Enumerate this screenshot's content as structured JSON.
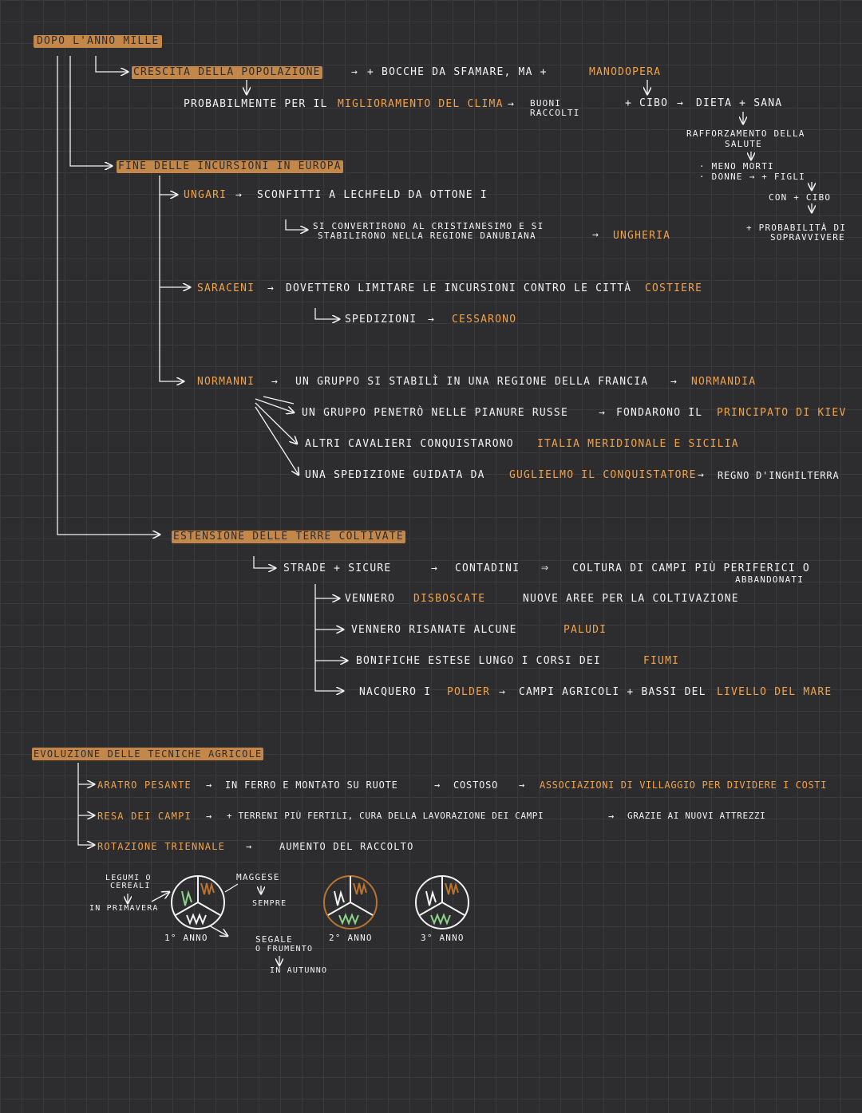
{
  "title": "DOPO L'ANNO MILLE",
  "crescita": {
    "label": "CRESCITA DELLA POPOLAZIONE",
    "bocche": "+ BOCCHE DA SFAMARE, MA +",
    "manodopera": "MANODOPERA",
    "prob": "PROBABILMENTE PER IL",
    "clima": "MIGLIORAMENTO DEL CLIMA",
    "buoni": "BUONI",
    "raccolti": "RACCOLTI",
    "cibo": "+ CIBO",
    "dieta": "DIETA + SANA",
    "raff1": "RAFFORZAMENTO DELLA",
    "raff2": "SALUTE",
    "meno": "· MENO MORTI",
    "donne": "· DONNE → + FIGLI",
    "con": "CON + CIBO",
    "prob1": "+ PROBABILITÀ DI",
    "prob2": "SOPRAVVIVERE"
  },
  "fine": {
    "label": "FINE DELLE INCURSIONI IN EUROPA",
    "ungari": "UNGARI",
    "ungari_text": "SCONFITTI A LECHFELD DA OTTONE I",
    "conv1": "SI CONVERTIRONO AL CRISTIANESIMO E SI",
    "conv2": "STABILIRONO NELLA REGIONE DANUBIANA",
    "ungheria": "UNGHERIA",
    "saraceni": "SARACENI",
    "saraceni_text": "DOVETTERO LIMITARE LE INCURSIONI CONTRO LE CITTÀ",
    "costiere": "COSTIERE",
    "spedizioni": "SPEDIZIONI",
    "cessarono": "CESSARONO",
    "normanni": "NORMANNI",
    "norm1": "UN GRUPPO SI STABILÌ IN UNA REGIONE DELLA FRANCIA",
    "normandia": "NORMANDIA",
    "norm2": "UN GRUPPO PENETRÒ NELLE PIANURE RUSSE",
    "fondarono": "FONDARONO IL",
    "kiev": "PRINCIPATO DI KIEV",
    "norm3": "ALTRI CAVALIERI CONQUISTARONO",
    "italia": "ITALIA MERIDIONALE E SICILIA",
    "norm4": "UNA SPEDIZIONE GUIDATA DA",
    "guglielmo": "GUGLIELMO IL CONQUISTATORE",
    "regno": "REGNO D'INGHILTERRA"
  },
  "estensione": {
    "label": "ESTENSIONE DELLE TERRE COLTIVATE",
    "strade": "STRADE + SICURE",
    "contadini": "CONTADINI",
    "coltura": "COLTURA DI CAMPI PIÙ PERIFERICI O",
    "abbandonati": "ABBANDONATI",
    "v1a": "VENNERO",
    "v1b": "DISBOSCATE",
    "v1c": "NUOVE AREE PER LA COLTIVAZIONE",
    "v2a": "VENNERO RISANATE ALCUNE",
    "v2b": "PALUDI",
    "v3a": "BONIFICHE ESTESE LUNGO I CORSI DEI",
    "v3b": "FIUMI",
    "v4a": "NACQUERO I",
    "v4b": "POLDER",
    "v4c": "CAMPI AGRICOLI + BASSI DEL",
    "v4d": "LIVELLO DEL MARE"
  },
  "evoluzione": {
    "label": "EVOLUZIONE DELLE TECNICHE AGRICOLE",
    "aratro": "ARATRO PESANTE",
    "aratro_t": "IN FERRO E MONTATO SU RUOTE",
    "costoso": "COSTOSO",
    "assoc": "ASSOCIAZIONI DI VILLAGGIO PER DIVIDERE I COSTI",
    "resa": "RESA DEI CAMPI",
    "resa_t": "+ TERRENI PIÙ FERTILI, CURA DELLA LAVORAZIONE DEI CAMPI",
    "grazie": "GRAZIE AI NUOVI ATTREZZI",
    "rotazione": "ROTAZIONE TRIENNALE",
    "aumento": "AUMENTO DEL RACCOLTO",
    "legumi1": "LEGUMI O",
    "legumi2": "CEREALI",
    "primavera": "IN PRIMAVERA",
    "anno1": "1° ANNO",
    "maggese": "MAGGESE",
    "sempre": "SEMPRE",
    "segale1": "SEGALE",
    "segale2": "O FRUMENTO",
    "autunno": "IN AUTUNNO",
    "anno2": "2° ANNO",
    "anno3": "3° ANNO"
  },
  "colors": {
    "accent": "#f0a24a",
    "highlight": "#c4874a",
    "background": "#2d2d2f",
    "green": "#8fd38a",
    "brown": "#b8742f"
  }
}
